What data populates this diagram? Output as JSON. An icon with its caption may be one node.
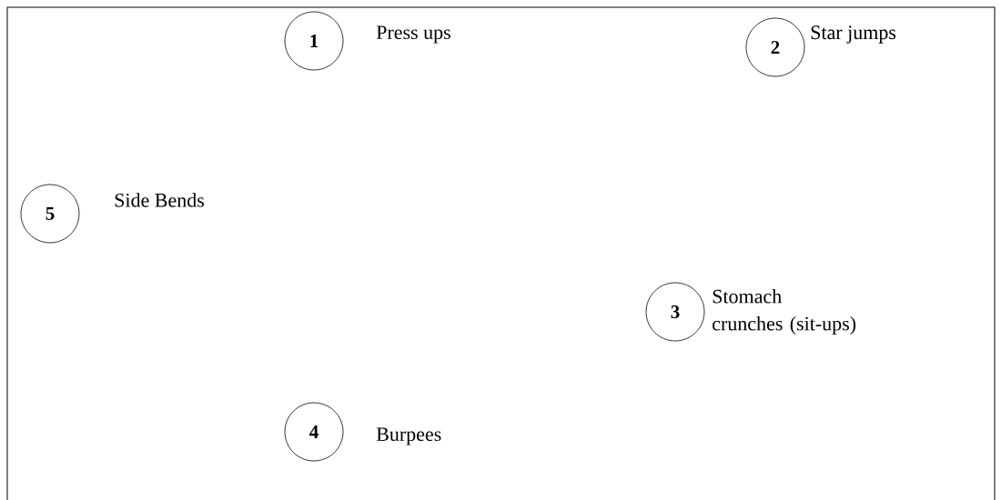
{
  "diagram": {
    "nodes": [
      {
        "text": [
          "1"
        ],
        "beside": [
          "Press ups"
        ]
      },
      {
        "text": [
          "2"
        ],
        "beside": [
          "Star jumps"
        ]
      },
      {
        "text": [
          "5"
        ],
        "beside": [
          "Side Bends"
        ]
      },
      {
        "text": [
          "3"
        ],
        "beside": [
          "Stomach crunches (sit-ups)"
        ]
      },
      {
        "text": [
          "4"
        ],
        "beside": [
          "Burpees"
        ]
      }
    ]
  }
}
